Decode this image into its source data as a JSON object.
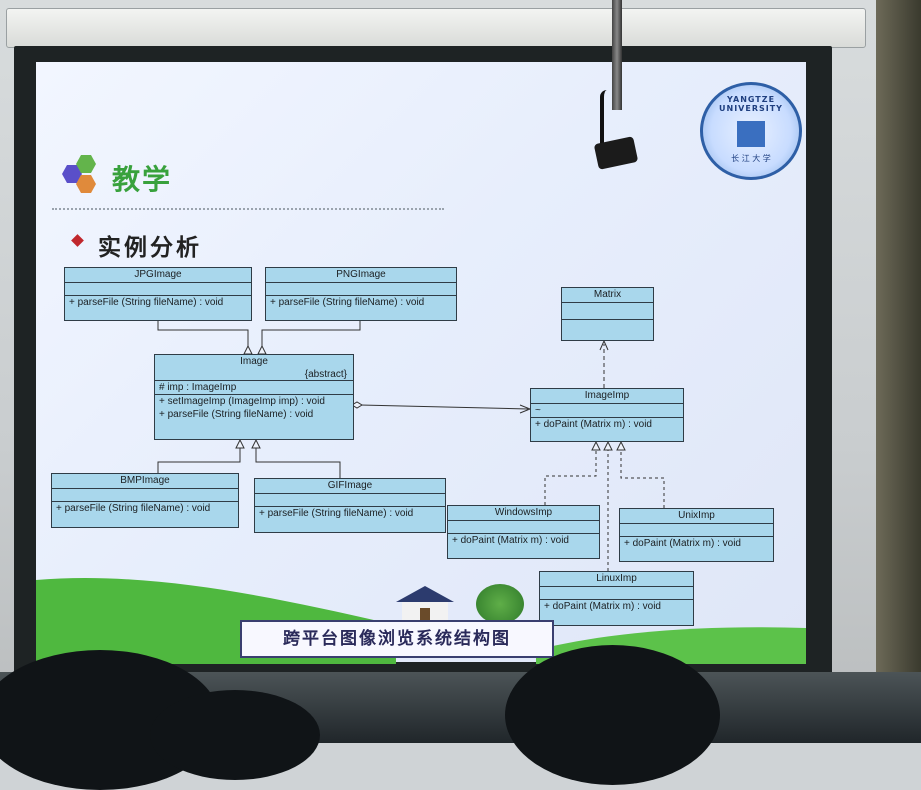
{
  "slide": {
    "title": "教学",
    "subheading": "实例分析",
    "caption": "跨平台图像浏览系统结构图",
    "logo_text_top": "YANGTZE UNIVERSITY",
    "logo_text_bottom": "长 江 大 学"
  },
  "classes": {
    "jpg": {
      "name": "JPGImage",
      "op1": "+ parseFile (String fileName) : void"
    },
    "png": {
      "name": "PNGImage",
      "op1": "+ parseFile (String fileName) : void"
    },
    "image": {
      "name": "Image",
      "stereo": "{abstract}",
      "attr1": "# imp : ImageImp",
      "op1": "+ setImageImp (ImageImp imp) : void",
      "op2": "+ parseFile (String fileName)    : void"
    },
    "bmp": {
      "name": "BMPImage",
      "op1": "+ parseFile (String fileName) : void"
    },
    "gif": {
      "name": "GIFImage",
      "op1": "+ parseFile (String fileName) : void"
    },
    "matrix": {
      "name": "Matrix"
    },
    "imageimp": {
      "name": "ImageImp",
      "attr1": "~",
      "op1": "+ doPaint (Matrix m) : void"
    },
    "windows": {
      "name": "WindowsImp",
      "op1": "+ doPaint (Matrix m) : void"
    },
    "unix": {
      "name": "UnixImp",
      "op1": "+ doPaint (Matrix m) : void"
    },
    "linux": {
      "name": "LinuxImp",
      "op1": "+ doPaint (Matrix m) : void"
    }
  },
  "colors": {
    "class_fill": "#a9d7ec",
    "title_green": "#38a13c",
    "bullet_red": "#c0272d"
  }
}
